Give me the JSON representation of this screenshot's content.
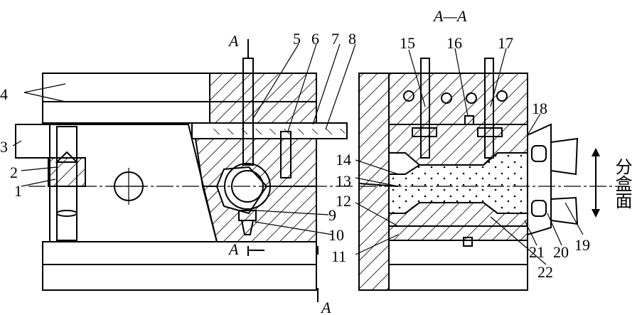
{
  "section_title": "A—A",
  "section_mark": "A",
  "part_numbers": [
    "1",
    "2",
    "3",
    "4",
    "5",
    "6",
    "7",
    "8",
    "9",
    "10",
    "11",
    "12",
    "13",
    "14",
    "15",
    "16",
    "17",
    "18",
    "19",
    "20",
    "21",
    "22"
  ],
  "parting_plane_label": "分盒面"
}
